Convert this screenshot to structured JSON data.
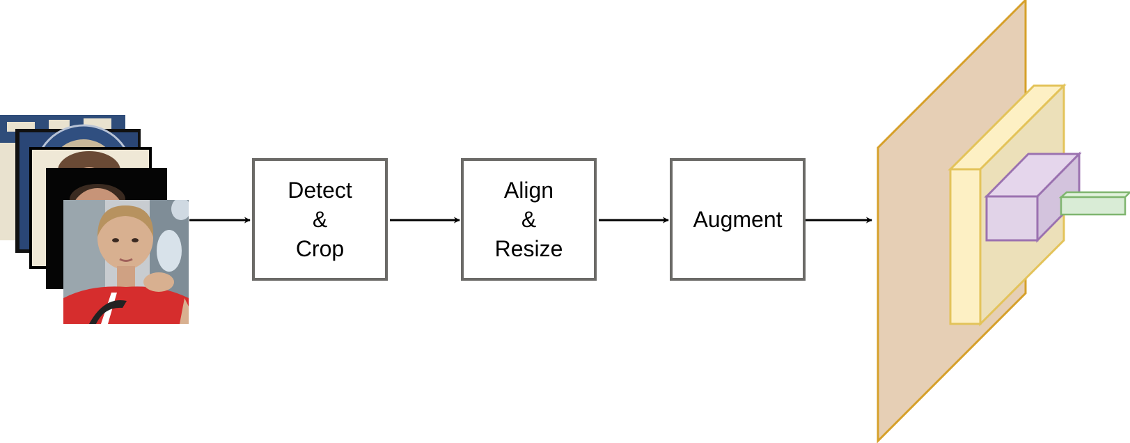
{
  "steps": [
    {
      "id": "detect-crop",
      "lines": [
        "Detect",
        "&",
        "Crop"
      ]
    },
    {
      "id": "align-resize",
      "lines": [
        "Align",
        "&",
        "Resize"
      ]
    },
    {
      "id": "augment",
      "lines": [
        "Augment"
      ]
    }
  ],
  "colors": {
    "box_border": "#6b6a67",
    "arrow": "#000000",
    "plane_fill": "#e6cfb5",
    "plane_stroke": "#d6a02a",
    "block1_fill": "#fdf0c4",
    "block1_stroke": "#e3c35a",
    "block2_fill": "#e1d3e8",
    "block2_stroke": "#9b72b0",
    "block3_fill": "#d9ecd6",
    "block3_stroke": "#7fb56f"
  },
  "icons": [
    "face-photo-stack-icon",
    "neural-network-3d-icon"
  ]
}
